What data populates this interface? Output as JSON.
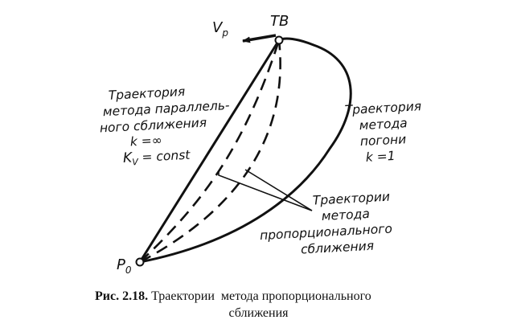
{
  "labels": {
    "target_point": "ТВ",
    "velocity": "V",
    "velocity_sub": "p",
    "origin_point": "P",
    "origin_sub": "0",
    "parallel_approach": {
      "line1": "Траектория",
      "line2": "метода параллель-",
      "line3": "ного сближения",
      "line4": "k =∞",
      "line5": "K",
      "line5_sub": "V",
      "line5_rest": " = const"
    },
    "pursuit": {
      "line1": "Траектория",
      "line2": "метода",
      "line3": "погони",
      "line4": "k =1"
    },
    "proportional": {
      "line1": "Траектории",
      "line2": "метода",
      "line3": "пропорционального",
      "line4": "сближения"
    }
  },
  "caption": {
    "figure_number": "Рис. 2.18.",
    "line1_text": " Траектории  метода пропорционального",
    "line2_text": "сближения"
  }
}
